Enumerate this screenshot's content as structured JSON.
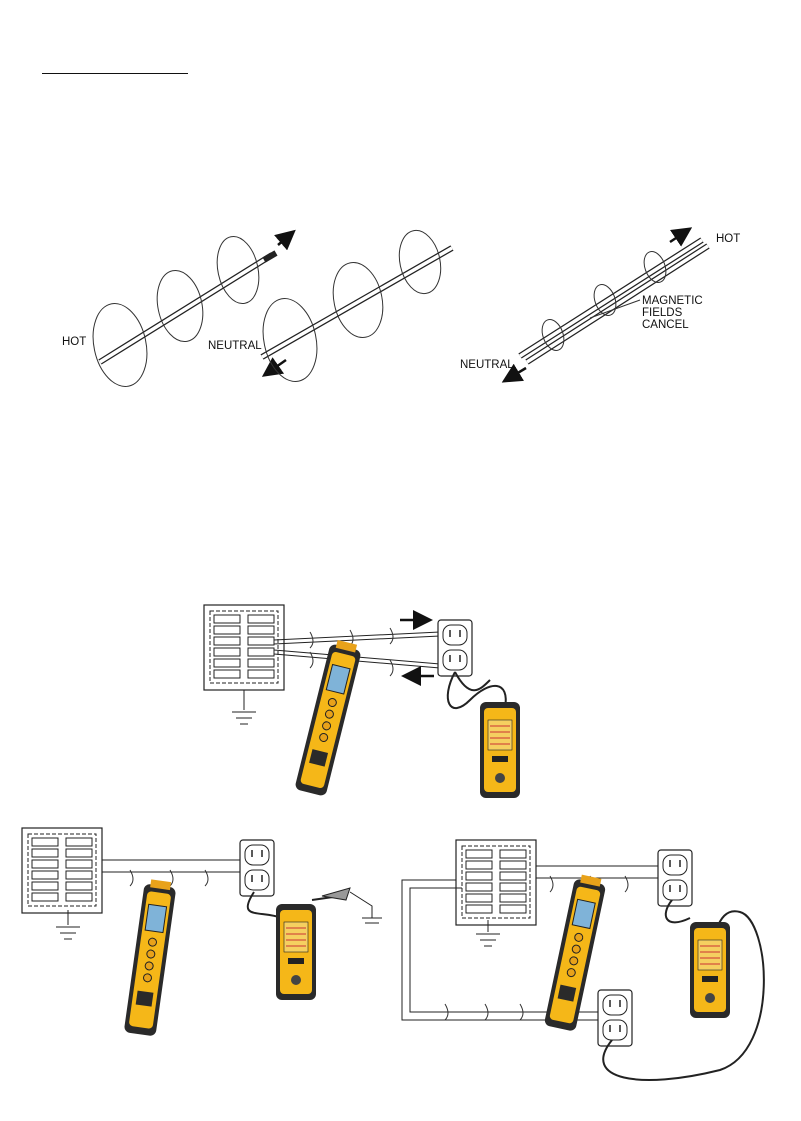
{
  "fig1": {
    "labels": {
      "hot": "HOT",
      "neutral": "NEUTRAL",
      "hot_right": "HOT",
      "neutral_right": "NEUTRAL",
      "magnetic1": "MAGNETIC",
      "magnetic2": "FIELDS",
      "magnetic3": "CANCEL"
    }
  },
  "colors": {
    "device_yellow": "#f5b718",
    "device_dark": "#2a2a2a",
    "screen": "#7fb3d8",
    "button": "#e8a21a"
  }
}
